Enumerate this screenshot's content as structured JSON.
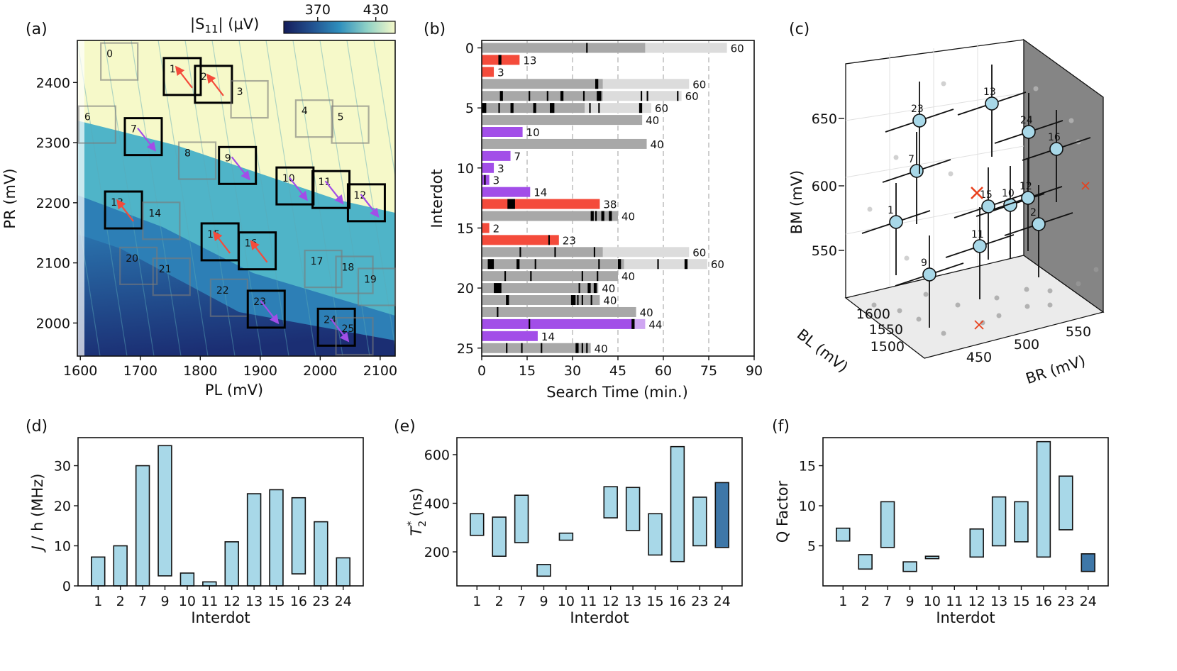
{
  "chart_data": [
    {
      "panel": "(a)",
      "type": "heatmap",
      "xlabel": "PL (mV)",
      "ylabel": "PR (mV)",
      "xticks": [
        1600,
        1700,
        1800,
        1900,
        2000,
        2100
      ],
      "yticks": [
        2000,
        2100,
        2200,
        2300,
        2400
      ],
      "xlim": [
        1595,
        2125
      ],
      "ylim": [
        1945,
        2470
      ],
      "colorbar": {
        "label": "|S11| (μV)",
        "label_main": "|S",
        "label_sub": "11",
        "label_tail": "| (μV)",
        "ticks": [
          370,
          430
        ],
        "range": [
          335,
          450
        ]
      },
      "colors": {
        "low": "#1b2a6b",
        "mid": "#3aa0c4",
        "high": "#f6f9c9",
        "red_arrow": "#f44b3b",
        "purple_arrow": "#a24ee8"
      },
      "boxes": [
        {
          "id": "0",
          "pl": 1665,
          "pr": 2435,
          "selected": false
        },
        {
          "id": "1",
          "pl": 1770,
          "pr": 2410,
          "selected": true,
          "arrow": "red"
        },
        {
          "id": "2",
          "pl": 1822,
          "pr": 2397,
          "selected": true,
          "arrow": "red"
        },
        {
          "id": "3",
          "pl": 1882,
          "pr": 2372,
          "selected": false
        },
        {
          "id": "4",
          "pl": 1990,
          "pr": 2340,
          "selected": false
        },
        {
          "id": "5",
          "pl": 2050,
          "pr": 2330,
          "selected": false
        },
        {
          "id": "6",
          "pl": 1628,
          "pr": 2330,
          "selected": false
        },
        {
          "id": "7",
          "pl": 1705,
          "pr": 2310,
          "selected": true,
          "arrow": "purple"
        },
        {
          "id": "8",
          "pl": 1795,
          "pr": 2270,
          "selected": false
        },
        {
          "id": "9",
          "pl": 1862,
          "pr": 2262,
          "selected": true,
          "arrow": "purple"
        },
        {
          "id": "10",
          "pl": 1958,
          "pr": 2228,
          "selected": true,
          "arrow": "purple"
        },
        {
          "id": "11",
          "pl": 2018,
          "pr": 2222,
          "selected": true,
          "arrow": "purple"
        },
        {
          "id": "12",
          "pl": 2077,
          "pr": 2200,
          "selected": true,
          "arrow": "purple"
        },
        {
          "id": "13",
          "pl": 1672,
          "pr": 2188,
          "selected": true,
          "arrow": "red"
        },
        {
          "id": "14",
          "pl": 1735,
          "pr": 2170,
          "selected": false
        },
        {
          "id": "15",
          "pl": 1833,
          "pr": 2135,
          "selected": true,
          "arrow": "red"
        },
        {
          "id": "16",
          "pl": 1895,
          "pr": 2120,
          "selected": true,
          "arrow": "red"
        },
        {
          "id": "17",
          "pl": 2005,
          "pr": 2090,
          "selected": false
        },
        {
          "id": "18",
          "pl": 2057,
          "pr": 2080,
          "selected": false
        },
        {
          "id": "19",
          "pl": 2118,
          "pr": 2060,
          "selected": false
        },
        {
          "id": "20",
          "pl": 1697,
          "pr": 2095,
          "selected": false
        },
        {
          "id": "21",
          "pl": 1752,
          "pr": 2077,
          "selected": false
        },
        {
          "id": "22",
          "pl": 1848,
          "pr": 2042,
          "selected": false
        },
        {
          "id": "23",
          "pl": 1910,
          "pr": 2023,
          "selected": true,
          "arrow": "purple"
        },
        {
          "id": "24",
          "pl": 2027,
          "pr": 1993,
          "selected": true,
          "arrow": "purple"
        },
        {
          "id": "25",
          "pl": 2057,
          "pr": 1978,
          "selected": false
        }
      ]
    },
    {
      "panel": "(b)",
      "type": "bar",
      "orientation": "horizontal",
      "xlabel": "Search Time (min.)",
      "ylabel": "Interdot",
      "xticks": [
        0,
        15,
        30,
        45,
        60,
        75,
        90
      ],
      "yticks": [
        0,
        5,
        10,
        15,
        20,
        25
      ],
      "xlim": [
        0,
        90
      ],
      "vlines": [
        15,
        30,
        45,
        60,
        75
      ],
      "colors": {
        "search": "#a8a8a8",
        "extra": "#dcdcdc",
        "red": "#f44b3b",
        "purple": "#a24ee8",
        "light_purple": "#cfa6f2",
        "event": "#000000"
      },
      "rows": [
        {
          "id": 0,
          "kind": "gray",
          "dark_end": 54,
          "total": 81,
          "label": "60",
          "events": [
            [
              34.5,
              35.0
            ]
          ]
        },
        {
          "id": 1,
          "kind": "red",
          "total": 12.5,
          "label": "13",
          "events": [
            [
              5.5,
              6.5
            ]
          ]
        },
        {
          "id": 2,
          "kind": "red",
          "total": 4,
          "label": "3",
          "events": []
        },
        {
          "id": 3,
          "kind": "gray",
          "dark_end": 40,
          "total": 68.5,
          "label": "60",
          "events": [
            [
              37.5,
              38.5
            ]
          ]
        },
        {
          "id": 4,
          "kind": "gray",
          "dark_end": 40,
          "total": 66,
          "label": "60",
          "events": [
            [
              6,
              7
            ],
            [
              15.5,
              16
            ],
            [
              21.5,
              22
            ],
            [
              26,
              27
            ],
            [
              33.5,
              34
            ],
            [
              38,
              39.5
            ],
            [
              52.5,
              53
            ],
            [
              54.5,
              55
            ],
            [
              64.5,
              65
            ]
          ]
        },
        {
          "id": 5,
          "kind": "gray",
          "dark_end": 34,
          "total": 56,
          "label": "60",
          "events": [
            [
              0,
              1.5
            ],
            [
              5.5,
              6
            ],
            [
              9.5,
              10.5
            ],
            [
              17,
              18
            ],
            [
              22.5,
              24
            ],
            [
              35.5,
              36
            ],
            [
              38.5,
              39
            ],
            [
              52,
              53
            ]
          ]
        },
        {
          "id": 6,
          "kind": "gray",
          "dark_end": 53,
          "total": 53,
          "label": "40",
          "events": []
        },
        {
          "id": 7,
          "kind": "purple",
          "total": 13.5,
          "label": "10",
          "events": []
        },
        {
          "id": 8,
          "kind": "gray",
          "dark_end": 54.5,
          "total": 54.5,
          "label": "40",
          "events": []
        },
        {
          "id": 9,
          "kind": "purple",
          "total": 9.5,
          "label": "7",
          "events": []
        },
        {
          "id": 10,
          "kind": "purple",
          "total": 4,
          "label": "3",
          "events": []
        },
        {
          "id": 11,
          "kind": "purple",
          "total": 2.5,
          "label": "3",
          "events": [
            [
              0.8,
              1.3
            ]
          ]
        },
        {
          "id": 12,
          "kind": "purple",
          "total": 16,
          "label": "14",
          "events": []
        },
        {
          "id": 13,
          "kind": "red",
          "total": 39,
          "label": "38",
          "events": [
            [
              8.5,
              11
            ]
          ]
        },
        {
          "id": 14,
          "kind": "gray",
          "dark_end": 45,
          "total": 45,
          "label": "40",
          "events": [
            [
              36,
              37
            ],
            [
              37.5,
              38
            ],
            [
              39.5,
              40.5
            ],
            [
              42,
              43
            ]
          ]
        },
        {
          "id": 15,
          "kind": "red",
          "total": 2.5,
          "label": "2",
          "events": []
        },
        {
          "id": 16,
          "kind": "red",
          "total": 25.5,
          "label": "23",
          "events": [
            [
              22,
              22.5
            ]
          ]
        },
        {
          "id": 17,
          "kind": "gray",
          "dark_end": 40,
          "total": 68.5,
          "label": "60",
          "events": [
            [
              12.5,
              13
            ],
            [
              24,
              24.5
            ],
            [
              37,
              37.5
            ]
          ]
        },
        {
          "id": 18,
          "kind": "gray",
          "dark_end": 47,
          "total": 74.5,
          "label": "60",
          "events": [
            [
              2,
              4
            ],
            [
              11.5,
              12.5
            ],
            [
              17.5,
              18
            ],
            [
              38.5,
              39
            ],
            [
              45,
              46
            ],
            [
              58,
              58.5
            ],
            [
              67,
              68
            ]
          ]
        },
        {
          "id": 19,
          "kind": "gray",
          "dark_end": 45,
          "total": 45,
          "label": "40",
          "events": [
            [
              7.5,
              8
            ],
            [
              16,
              16.5
            ],
            [
              33,
              33.5
            ],
            [
              38,
              38.5
            ]
          ]
        },
        {
          "id": 20,
          "kind": "gray",
          "dark_end": 38.5,
          "total": 38.5,
          "label": "40",
          "events": [
            [
              4,
              6.5
            ],
            [
              32,
              32.5
            ],
            [
              35,
              36
            ],
            [
              37,
              38
            ]
          ]
        },
        {
          "id": 21,
          "kind": "gray",
          "dark_end": 39,
          "total": 39,
          "label": "40",
          "events": [
            [
              8,
              9
            ],
            [
              29.5,
              31
            ],
            [
              31.5,
              32
            ],
            [
              33,
              33.5
            ],
            [
              36,
              36.5
            ]
          ]
        },
        {
          "id": 22,
          "kind": "gray",
          "dark_end": 51,
          "total": 51,
          "label": "40",
          "events": [
            [
              5,
              5.5
            ]
          ]
        },
        {
          "id": 23,
          "kind": "purple",
          "total": 50.5,
          "light_end": 54,
          "label": "44",
          "events": [
            [
              15.5,
              16
            ],
            [
              49.5,
              50.5
            ]
          ]
        },
        {
          "id": 24,
          "kind": "purple",
          "total": 18.5,
          "label": "14",
          "events": []
        },
        {
          "id": 25,
          "kind": "gray",
          "dark_end": 36,
          "total": 36,
          "label": "40",
          "events": [
            [
              8,
              8.5
            ],
            [
              13,
              13.5
            ],
            [
              19.5,
              20
            ],
            [
              31,
              32
            ],
            [
              33,
              33.5
            ],
            [
              34.5,
              35
            ]
          ]
        }
      ]
    },
    {
      "panel": "(c)",
      "type": "scatter",
      "dimensions": "3d",
      "xlabel": "BR (mV)",
      "ylabel": "BL (mV)",
      "zlabel": "BM (mV)",
      "br_ticks": [
        450,
        500,
        550
      ],
      "bl_ticks": [
        1500,
        1550,
        1600
      ],
      "bm_ticks": [
        550,
        600,
        650
      ],
      "colors": {
        "point": "#a8d8e8",
        "cross": "#e8401c",
        "wall": "#858585",
        "floor": "#ebebeb"
      },
      "points": [
        {
          "id": "1"
        },
        {
          "id": "2"
        },
        {
          "id": "7"
        },
        {
          "id": "9"
        },
        {
          "id": "10"
        },
        {
          "id": "11"
        },
        {
          "id": "12"
        },
        {
          "id": "13"
        },
        {
          "id": "15"
        },
        {
          "id": "16"
        },
        {
          "id": "23"
        },
        {
          "id": "24"
        }
      ]
    },
    {
      "panel": "(d)",
      "type": "bar",
      "style": "floating",
      "xlabel": "Interdot",
      "ylabel": "J / h (MHz)",
      "ylabel_main": "J",
      "ylabel_tail": " / h (MHz)",
      "yticks": [
        0,
        10,
        20,
        30
      ],
      "ylim": [
        0,
        37
      ],
      "categories": [
        "1",
        "2",
        "7",
        "9",
        "10",
        "11",
        "12",
        "13",
        "15",
        "16",
        "23",
        "24"
      ],
      "ranges": [
        [
          0,
          7.2
        ],
        [
          0,
          10
        ],
        [
          0,
          30
        ],
        [
          2.5,
          35
        ],
        [
          0,
          3.2
        ],
        [
          0,
          1
        ],
        [
          0,
          11
        ],
        [
          0,
          23
        ],
        [
          0,
          24
        ],
        [
          3,
          22
        ],
        [
          0,
          16
        ],
        [
          0,
          7
        ]
      ],
      "highlight": []
    },
    {
      "panel": "(e)",
      "type": "bar",
      "style": "floating",
      "xlabel": "Interdot",
      "ylabel": "T2* (ns)",
      "ylabel_main": "T",
      "ylabel_sub": "2",
      "ylabel_sup": "*",
      "ylabel_tail": " (ns)",
      "yticks": [
        200,
        400,
        600
      ],
      "ylim": [
        60,
        670
      ],
      "categories": [
        "1",
        "2",
        "7",
        "9",
        "10",
        "11",
        "12",
        "13",
        "15",
        "16",
        "23",
        "24"
      ],
      "ranges": [
        [
          268,
          357
        ],
        [
          182,
          343
        ],
        [
          238,
          433
        ],
        [
          100,
          148
        ],
        [
          248,
          277
        ],
        null,
        [
          340,
          468
        ],
        [
          288,
          465
        ],
        [
          187,
          357
        ],
        [
          160,
          633
        ],
        [
          225,
          425
        ],
        [
          218,
          485
        ]
      ],
      "highlight": [
        "24"
      ]
    },
    {
      "panel": "(f)",
      "type": "bar",
      "style": "floating",
      "xlabel": "Interdot",
      "ylabel": "Q Factor",
      "yticks": [
        5,
        10,
        15
      ],
      "ylim": [
        0,
        18.5
      ],
      "categories": [
        "1",
        "2",
        "7",
        "9",
        "10",
        "11",
        "12",
        "13",
        "15",
        "16",
        "23",
        "24"
      ],
      "ranges": [
        [
          5.6,
          7.2
        ],
        [
          2.1,
          3.9
        ],
        [
          4.8,
          10.5
        ],
        [
          1.8,
          3
        ],
        [
          3.4,
          3.7
        ],
        null,
        [
          3.6,
          7.1
        ],
        [
          5,
          11.1
        ],
        [
          5.5,
          10.5
        ],
        [
          3.6,
          18
        ],
        [
          7,
          13.7
        ],
        [
          1.8,
          4
        ]
      ],
      "highlight": [
        "24"
      ]
    }
  ]
}
